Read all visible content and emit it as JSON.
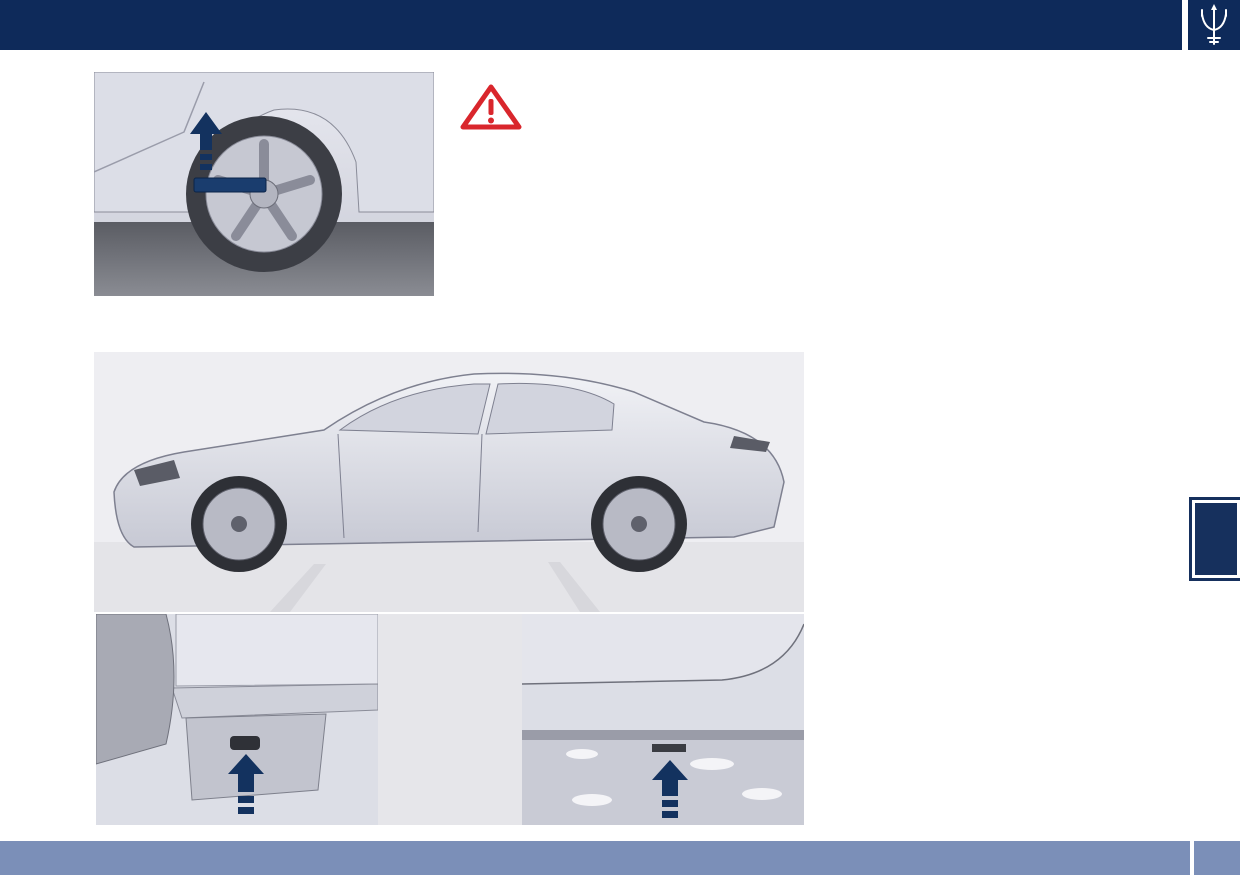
{
  "header": {
    "brand_color": "#0e2a5a",
    "logo_icon": "trident-logo-icon"
  },
  "warning": {
    "icon": "warning-triangle-icon",
    "color": "#d9262c"
  },
  "images": {
    "wheel": "wheel-lift-arrow-illustration",
    "car": "car-side-view-illustration",
    "front_detail": "front-jacking-point-detail",
    "rear_detail": "rear-jacking-point-detail"
  },
  "footer": {
    "color": "#7b8fb8"
  },
  "chapter_tab": {
    "color": "#16305d"
  }
}
